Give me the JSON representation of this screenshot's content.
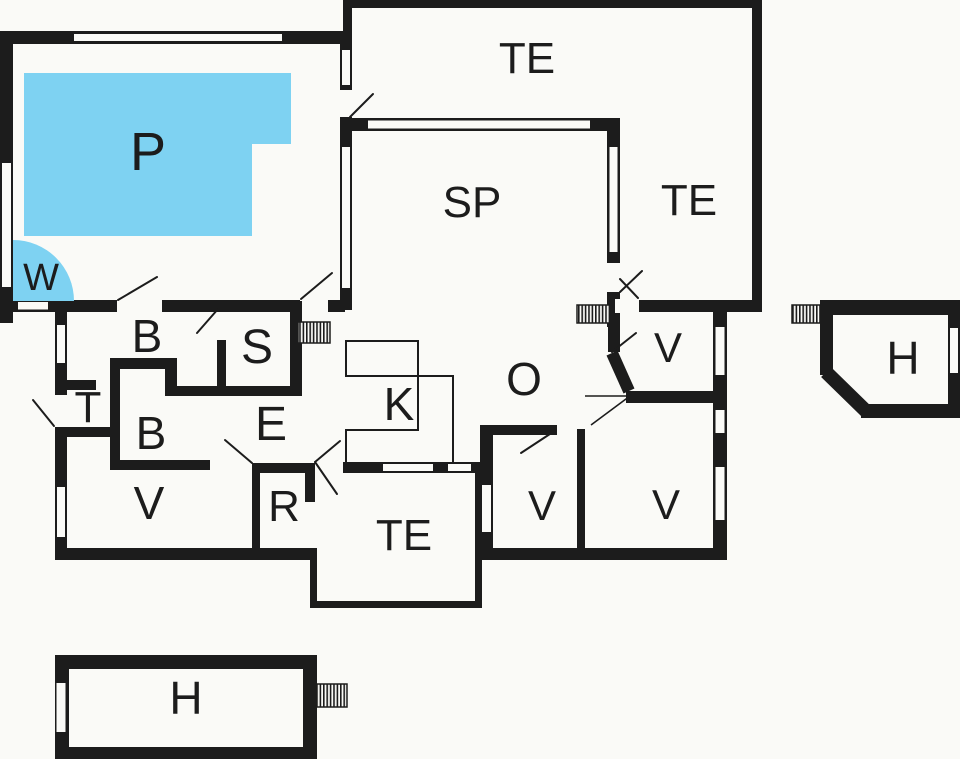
{
  "plan": {
    "type": "holiday-home-floor-plan",
    "colors": {
      "wall": "#1c1c1c",
      "pool": "#7ed2f2",
      "background": "#fafaf7"
    },
    "labels": {
      "pool": "P",
      "whirlpool": "W",
      "terrace_top": "TE",
      "terrace_right": "TE",
      "terrace_bottom": "TE",
      "activity_room": "SP",
      "bathroom_top": "B",
      "sauna": "S",
      "toilet": "T",
      "bathroom_lower": "B",
      "entrance": "E",
      "kitchen": "K",
      "living_room": "O",
      "bedroom_west": "V",
      "utility_room": "R",
      "bedroom_small": "V",
      "bedroom_south": "V",
      "bedroom_northeast": "V",
      "annex_right": "H",
      "annex_bottom": "H"
    }
  }
}
